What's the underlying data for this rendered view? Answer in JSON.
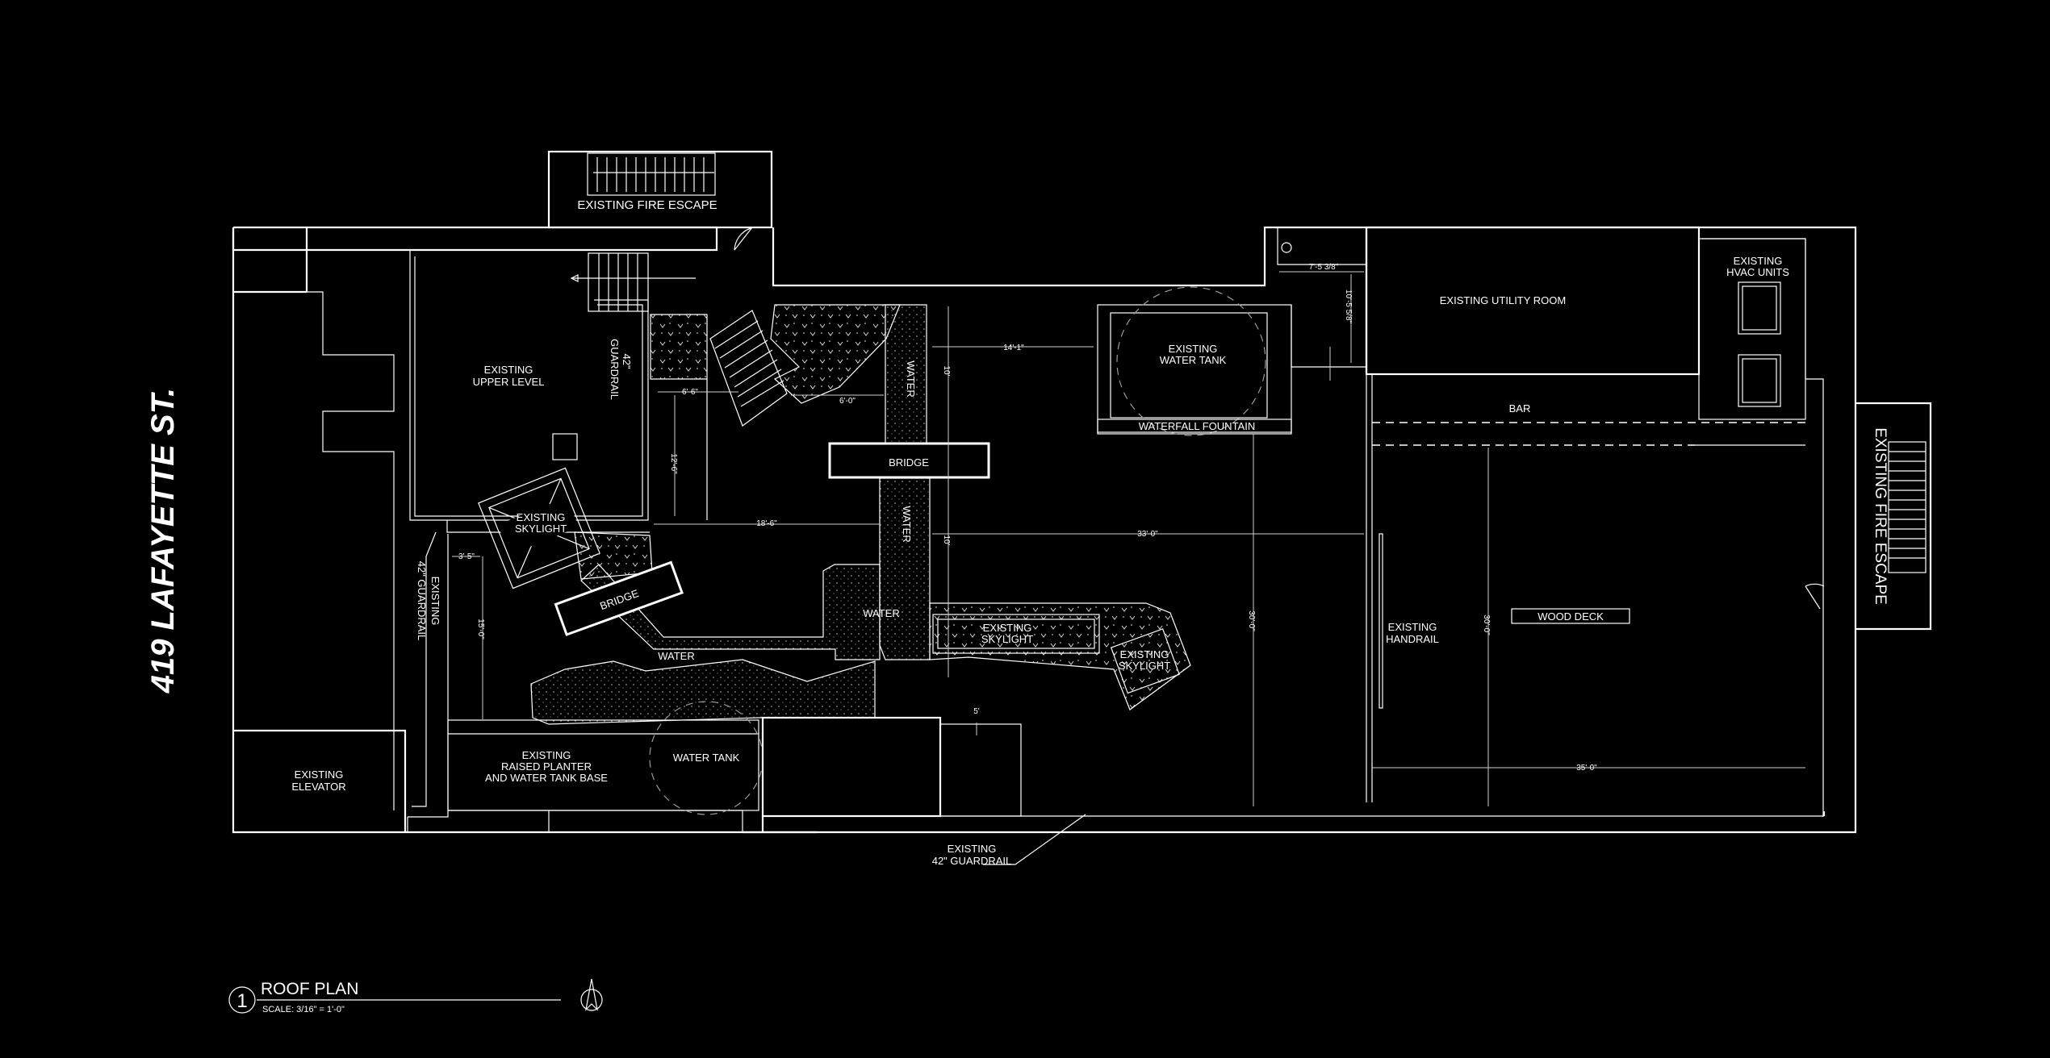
{
  "street_title": "419 LAFAYETTE ST.",
  "labels": {
    "fire_escape_top": "EXISTING FIRE ESCAPE",
    "fire_escape_right": "EXISTING FIRE ESCAPE",
    "upper_level": [
      "EXISTING",
      "UPPER LEVEL"
    ],
    "guardrail_42": [
      "42\"",
      "GUARDRAIL"
    ],
    "guardrail_left": [
      "EXISTING",
      "42\" GUARDRAIL"
    ],
    "skylight_1": [
      "EXISTING",
      "SKYLIGHT"
    ],
    "bridge_1": "BRIDGE",
    "bridge_2": "BRIDGE",
    "water_v1": "WATER",
    "water_v2": "WATER",
    "water_1": "WATER",
    "water_2": "WATER",
    "elevator": [
      "EXISTING",
      "ELEVATOR"
    ],
    "planter": [
      "EXISTING",
      "RAISED PLANTER",
      "AND WATER TANK BASE"
    ],
    "water_tank_small": "WATER TANK",
    "water_tank": [
      "EXISTING",
      "WATER TANK"
    ],
    "waterfall_fountain": "WATERFALL FOUNTAIN",
    "skylight_2": [
      "EXISTING",
      "SKYLIGHT"
    ],
    "skylight_3": [
      "EXISTING",
      "SKYLIGHT"
    ],
    "utility_room": "EXISTING  UTILITY ROOM",
    "hvac": [
      "EXISTING",
      "HVAC UNITS"
    ],
    "bar": "BAR",
    "handrail": [
      "EXISTING",
      "HANDRAIL"
    ],
    "wood_deck": "WOOD DECK",
    "guardrail_bottom": [
      "EXISTING",
      "42\" GUARDRAIL"
    ]
  },
  "dimensions": {
    "d_7_5": "7'-5 3/8\"",
    "d_10_5": "10'-5 5/8\"",
    "d_14_1": "14'-1\"",
    "d_6_6": "6'-6\"",
    "d_6_0": "6'-0\"",
    "d_12_6": "12'-6\"",
    "d_18_6": "18'-6\"",
    "d_33_0": "33'-0\"",
    "d_3_5": "3'-5\"",
    "d_15_0": "15'-0\"",
    "d_30_0a": "30'-0\"",
    "d_30_0b": "30'-0\"",
    "d_35_0": "35'-0\"",
    "d_10a": "10'",
    "d_10b": "10'",
    "d_5": "5'"
  },
  "title_block": {
    "number": "1",
    "title": "ROOF PLAN",
    "scale": "SCALE: 3/16\" = 1'-0\""
  }
}
